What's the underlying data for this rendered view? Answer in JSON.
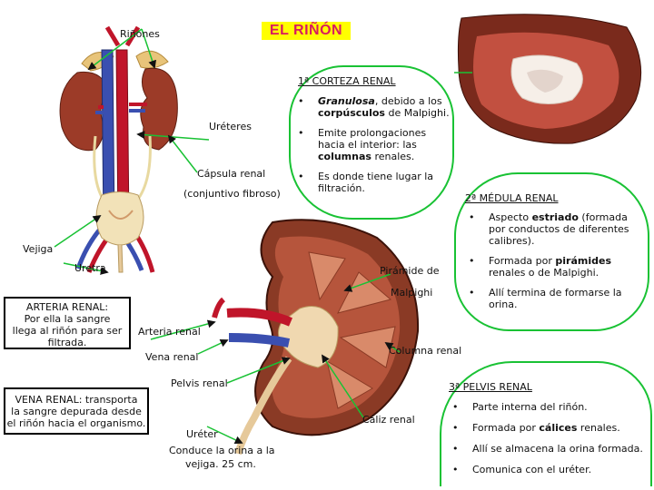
{
  "title": "EL RIÑÓN",
  "labels": {
    "rinones": "Riñones",
    "ureteres": "Uréteres",
    "capsula_1": "Cápsula renal",
    "capsula_2": "(conjuntivo fibroso)",
    "vejiga": "Vejiga",
    "uretra": "Uretra",
    "arteria_renal": "Arteria renal",
    "vena_renal": "Vena renal",
    "pelvis_renal": "Pelvis renal",
    "ureter_1": "Uréter",
    "ureter_2": "Conduce la orina a la",
    "ureter_3": "vejiga. 25 cm.",
    "piramide_1": "Pirámide de",
    "piramide_2": "Malpighi",
    "columna_renal": "Columna renal",
    "caliz_renal": "Cáliz renal"
  },
  "arteria_box": {
    "l1": "ARTERIA RENAL:",
    "l2": "Por ella la sangre",
    "l3": "llega al riñón para ser",
    "l4": "filtrada."
  },
  "vena_box": {
    "l1_bold": "VENA RENAL",
    "l1_rest": ": transporta",
    "l2": "la sangre depurada desde",
    "l3": "el riñón hacia el organismo."
  },
  "corteza": {
    "heading": "1ª CORTEZA RENAL",
    "p1_a": "Granulosa",
    "p1_b": ", debido a los",
    "p1_c": "corpúsculos",
    "p1_d": " de Malpighi.",
    "p2_a": "Emite prolongaciones",
    "p2_b": "hacia el interior: las",
    "p2_c": "columnas",
    "p2_d": " renales.",
    "p3_a": "Es donde tiene lugar la",
    "p3_b": "filtración."
  },
  "medula": {
    "heading": "2ª MÉDULA RENAL",
    "p1_a": "Aspecto ",
    "p1_b": "estriado",
    "p1_c": " (formada",
    "p1_d": "por conductos de diferentes",
    "p1_e": "calibres).",
    "p2_a": "Formada por ",
    "p2_b": "pirámides",
    "p2_c": "renales o de Malpighi.",
    "p3_a": "Allí termina de formarse la",
    "p3_b": "orina."
  },
  "pelvis": {
    "heading": "3ª PELVIS RENAL",
    "p1": "Parte interna del riñón.",
    "p2_a": "Formada por ",
    "p2_b": "cálices",
    "p2_c": " renales.",
    "p3": "Allí se almacena la orina formada.",
    "p4": "Comunica con el uréter."
  },
  "colors": {
    "title_bg": "#ffff00",
    "title_text": "#d81b60",
    "pointer_green": "#19c234",
    "artery_red": "#c0152a",
    "vein_blue": "#3a4fb0",
    "kidney_brown": "#8a3a25"
  }
}
